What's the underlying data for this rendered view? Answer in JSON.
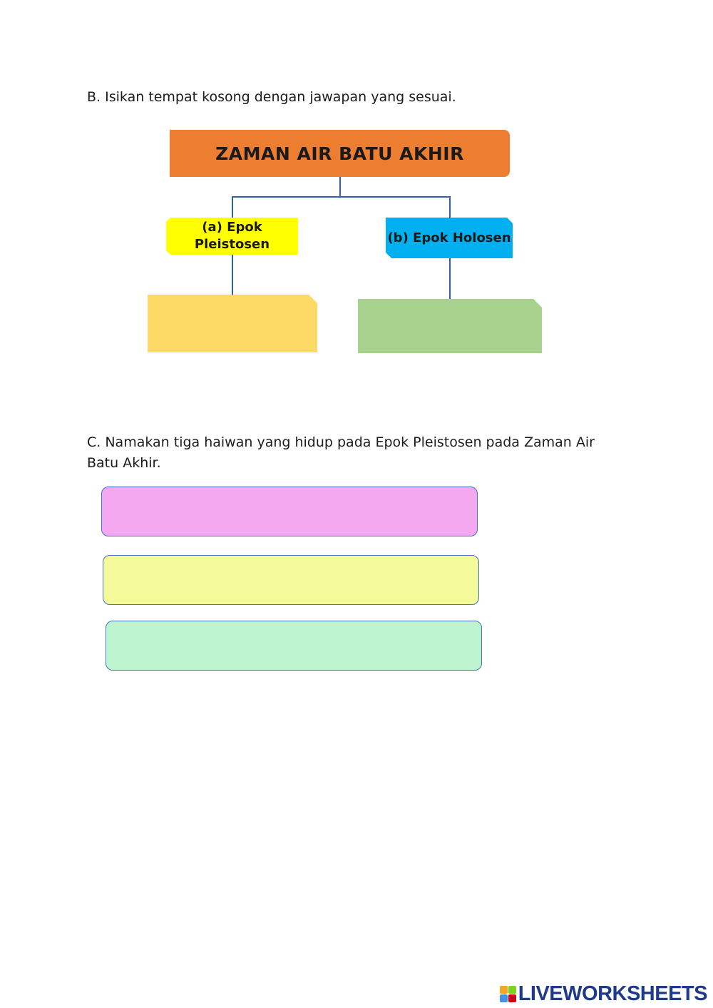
{
  "section_b": {
    "instruction": "B. Isikan tempat kosong dengan jawapan yang sesuai.",
    "diagram": {
      "title": "ZAMAN AIR BATU AKHIR",
      "epok_a": {
        "line1": "(a) Epok",
        "line2": "Pleistosen"
      },
      "epok_b": {
        "label": "(b) Epok Holosen"
      }
    }
  },
  "section_c": {
    "instruction": "C. Namakan tiga haiwan yang hidup pada Epok Pleistosen pada Zaman Air Batu Akhir."
  },
  "colors": {
    "title_box": "#ed7d31",
    "epok_a": "#ffff00",
    "epok_b": "#00b0f0",
    "answer_a": "#fdd966",
    "answer_b": "#a9d18e",
    "field_1": "#f4a8ef",
    "field_2": "#f4fa9a",
    "field_3": "#bef4cf",
    "connector": "#2e5fa8"
  },
  "logo": {
    "icon": "liveworksheets-logo-icon",
    "text": "LIVEWORKSHEETS"
  }
}
